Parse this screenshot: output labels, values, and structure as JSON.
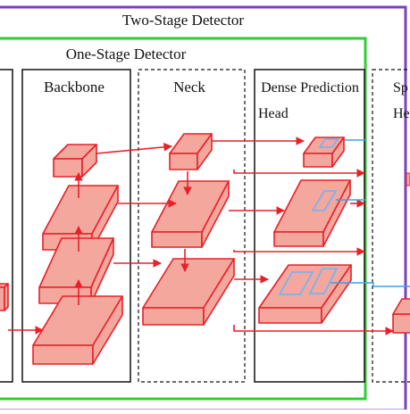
{
  "outer_title": "Two-Stage Detector",
  "inner_title": "One-Stage Detector",
  "stages": {
    "backbone": "Backbone",
    "neck": "Neck",
    "dense_head_line1": "Dense Prediction",
    "dense_head_line2": "Head",
    "sparse_head_line1_partial": "Sp",
    "sparse_head_line2_partial": "He"
  },
  "colors": {
    "outer_frame": "#7f3fbf",
    "inner_frame": "#33cc33",
    "block_fill": "#f4a79d",
    "block_stroke": "#e8202a",
    "arrow": "#e8202a",
    "box_highlight": "#3da0e8",
    "anchor_box": "#6ab4ff"
  }
}
